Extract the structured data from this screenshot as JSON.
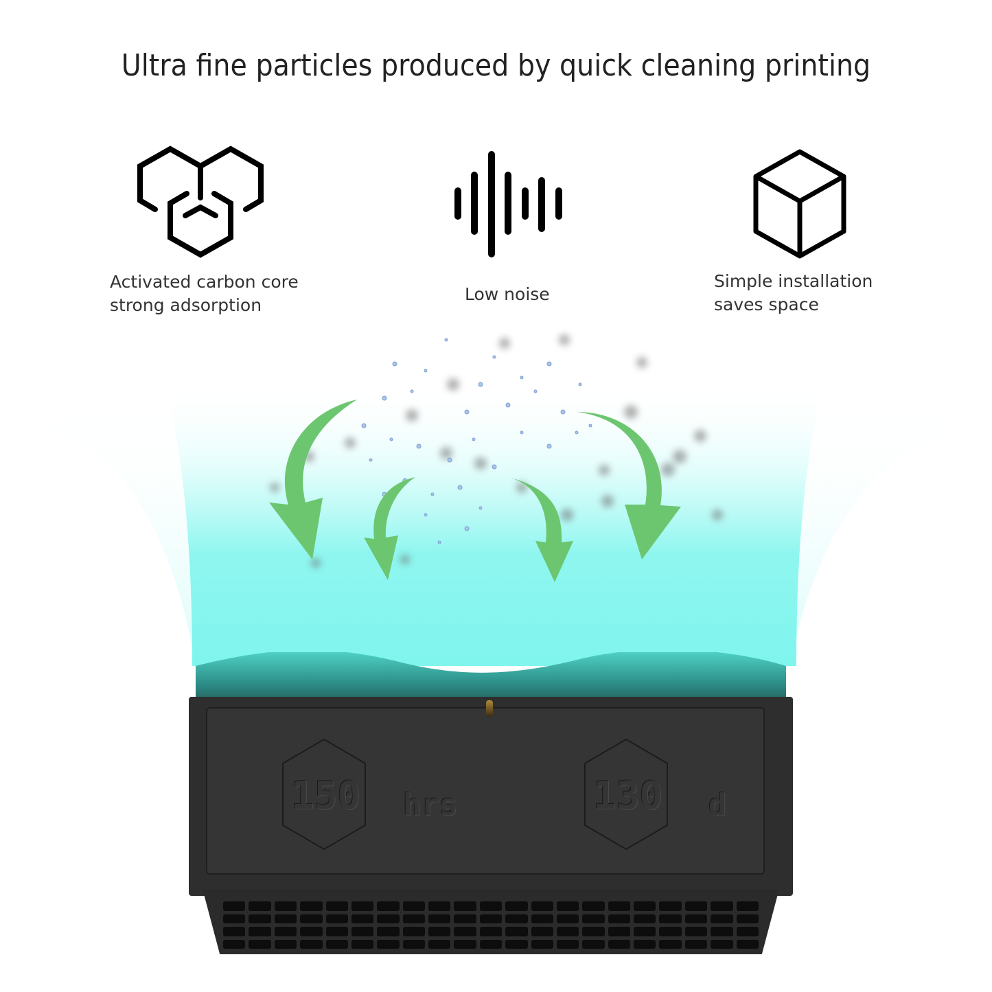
{
  "header": {
    "title": "Ultra fine particles produced by quick cleaning printing"
  },
  "features": [
    {
      "icon": "hexagon-cluster-icon",
      "label_line1": "Activated carbon core",
      "label_line2": "strong adsorption"
    },
    {
      "icon": "sound-wave-icon",
      "label_line1": "Low noise"
    },
    {
      "icon": "cube-icon",
      "label_line1": "Simple installation",
      "label_line2": "saves space"
    }
  ],
  "product": {
    "emboss_left_number": "150",
    "emboss_left_unit": "hrs",
    "emboss_right_number": "130",
    "emboss_right_unit": "d"
  },
  "colors": {
    "beam": "#7ff5ee",
    "arrow": "#6cc670",
    "device": "#2e2e2e",
    "title": "#222222"
  }
}
